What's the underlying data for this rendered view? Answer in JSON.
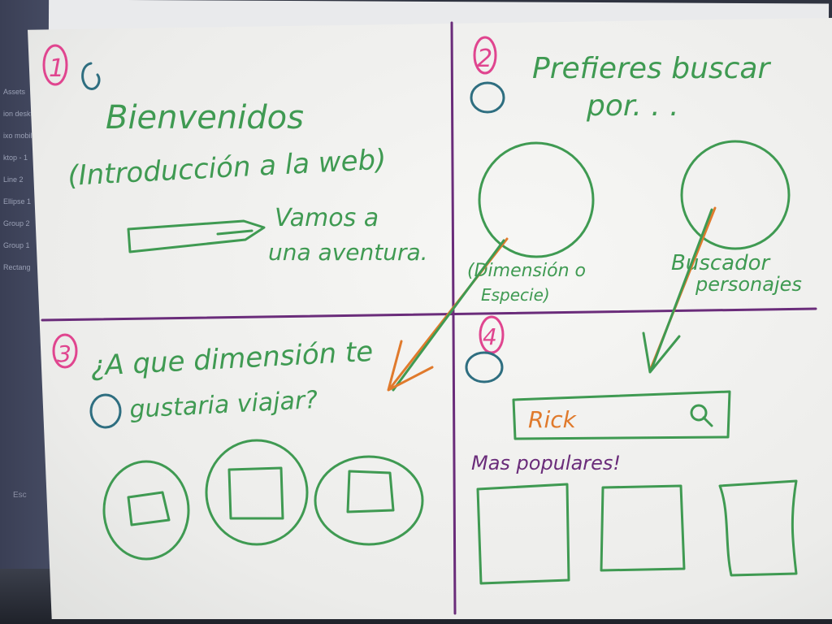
{
  "colors": {
    "marker_green": "#3f9a52",
    "marker_pink": "#e0458f",
    "marker_purple": "#6a2c7a",
    "marker_orange": "#e07a2c",
    "marker_teal": "#2e6e80"
  },
  "screen": {
    "items": [
      "Assets",
      "ion deskt",
      "ixo mobile",
      "ktop - 1",
      "Line 2",
      "Ellipse 1",
      "Group 2",
      "Group 1",
      "Rectang"
    ],
    "search_partial": "Esc"
  },
  "panel1": {
    "number": "1",
    "title": "Bienvenidos",
    "subtitle": "(Introducción a la web)",
    "cta_line1": "Vamos a",
    "cta_line2": "una aventura."
  },
  "panel2": {
    "number": "2",
    "question_line1": "Prefieres buscar",
    "question_line2": "por. . .",
    "option1_line1": "(Dimensión o",
    "option1_line2": "Especie)",
    "option2_line1": "Buscador",
    "option2_line2": "personajes"
  },
  "panel3": {
    "number": "3",
    "question_line1": "¿A que dimensión te",
    "question_line2": "gustaria viajar?"
  },
  "panel4": {
    "number": "4",
    "search_value": "Rick",
    "popular_label": "Mas populares!"
  }
}
